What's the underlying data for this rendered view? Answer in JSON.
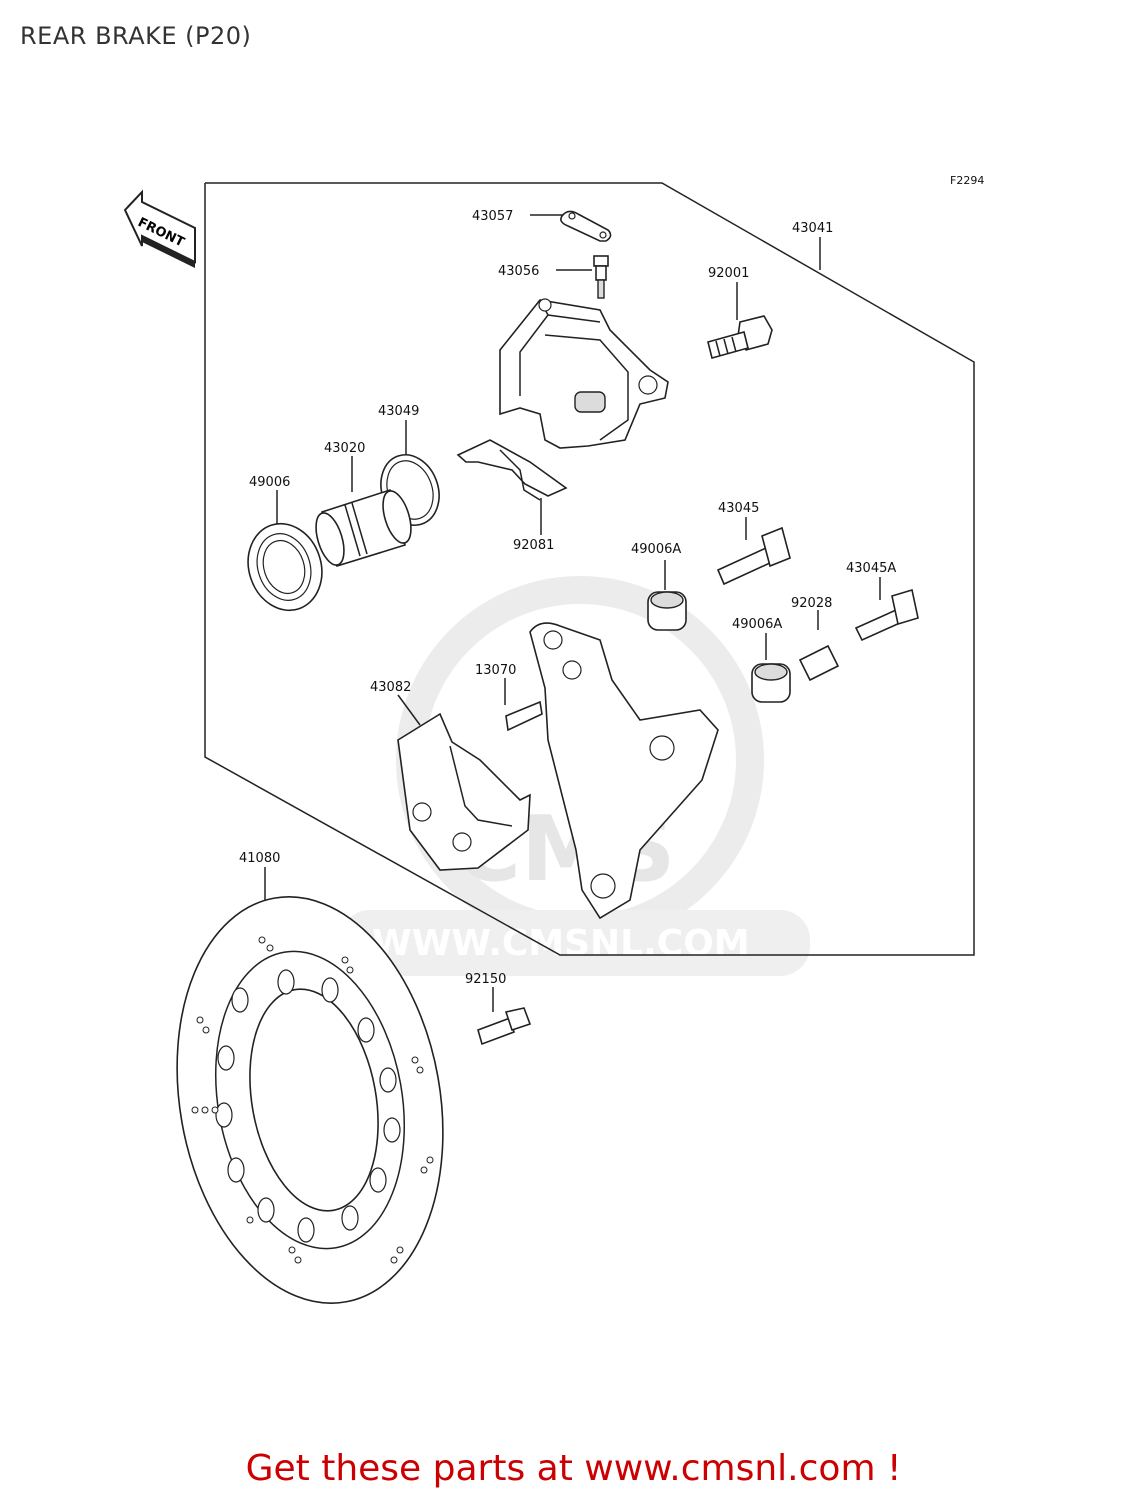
{
  "page": {
    "title": "REAR BRAKE (P20)"
  },
  "diagram": {
    "figure_code": "F2294",
    "front_marker": "FRONT",
    "watermark": "WWW.CMSNL.COM",
    "watermark_logo": "CMS",
    "parts": {
      "p43057": "43057",
      "p43056": "43056",
      "p43041": "43041",
      "p92001": "92001",
      "p43049": "43049",
      "p43020": "43020",
      "p49006": "49006",
      "p92081": "92081",
      "p43045": "43045",
      "p49006A_1": "49006A",
      "p43045A": "43045A",
      "p92028": "92028",
      "p49006A_2": "49006A",
      "p13070": "13070",
      "p43082": "43082",
      "p41080": "41080",
      "p92150": "92150"
    }
  },
  "footer": {
    "promo": "Get these parts at www.cmsnl.com !"
  }
}
